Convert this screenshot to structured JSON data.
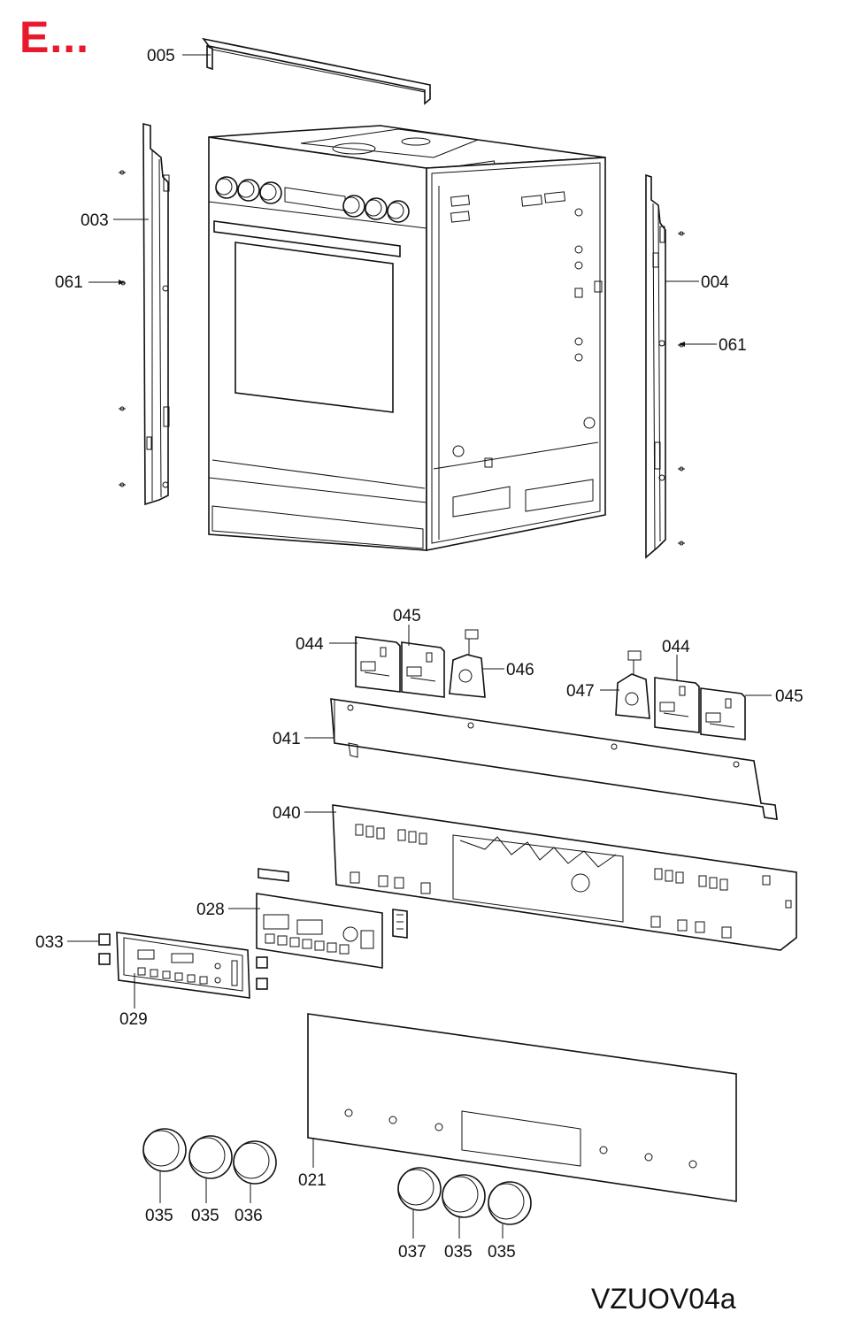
{
  "header": {
    "corner_mark": "E...",
    "corner_color": "#e8192c"
  },
  "footer": {
    "document_code": "VZUOV04a"
  },
  "callouts": [
    {
      "id": "top-rail",
      "label": "005"
    },
    {
      "id": "left-side-panel",
      "label": "003"
    },
    {
      "id": "left-screw",
      "label": "061"
    },
    {
      "id": "right-side-panel",
      "label": "004"
    },
    {
      "id": "right-screw",
      "label": "061"
    },
    {
      "id": "switch-left-a",
      "label": "044"
    },
    {
      "id": "switch-left-b",
      "label": "045"
    },
    {
      "id": "thermostat-left",
      "label": "046"
    },
    {
      "id": "switch-right-a",
      "label": "044"
    },
    {
      "id": "thermostat-right",
      "label": "047"
    },
    {
      "id": "switch-right-b",
      "label": "045"
    },
    {
      "id": "control-bracket",
      "label": "041"
    },
    {
      "id": "control-housing",
      "label": "040"
    },
    {
      "id": "electronic-module",
      "label": "028"
    },
    {
      "id": "button-clip",
      "label": "033"
    },
    {
      "id": "display-board",
      "label": "029"
    },
    {
      "id": "front-fascia",
      "label": "021"
    },
    {
      "id": "knob-1",
      "label": "035"
    },
    {
      "id": "knob-2",
      "label": "035"
    },
    {
      "id": "knob-3",
      "label": "036"
    },
    {
      "id": "knob-4",
      "label": "037"
    },
    {
      "id": "knob-5",
      "label": "035"
    },
    {
      "id": "knob-6",
      "label": "035"
    }
  ]
}
